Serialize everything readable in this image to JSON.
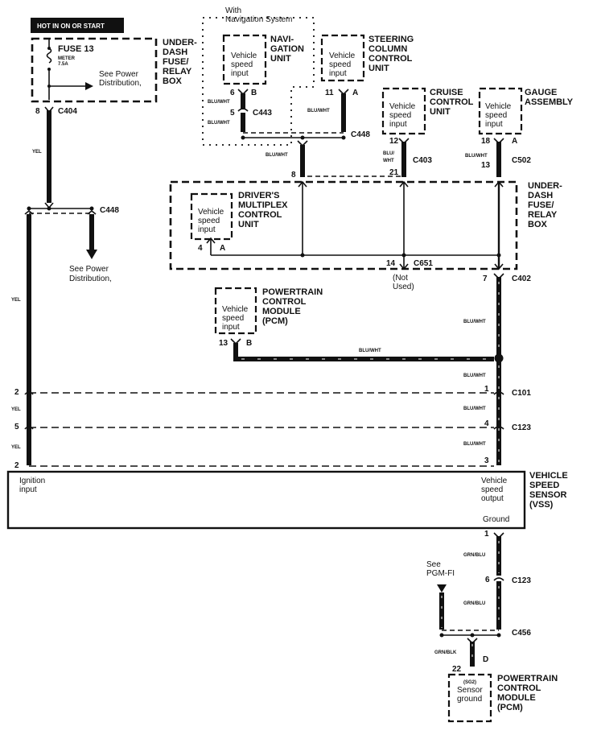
{
  "header": {
    "power_label": "HOT IN ON OR START"
  },
  "fuse_box_top": {
    "name": [
      "UNDER-",
      "DASH",
      "FUSE/",
      "RELAY",
      "BOX"
    ],
    "fuse_name": "FUSE 13",
    "fuse_desc": [
      "METER",
      "7.5A"
    ],
    "see_power": [
      "See Power",
      "Distribution,"
    ],
    "connector": "C404",
    "pin": "8"
  },
  "nav_group": {
    "title": [
      "With",
      "Navigation System"
    ]
  },
  "components": {
    "nav_unit": {
      "name": [
        "NAVI-",
        "GATION",
        "UNIT"
      ],
      "input": [
        "Vehicle",
        "speed",
        "input"
      ],
      "pin": "6",
      "terminal": "B"
    },
    "steering_unit": {
      "name": [
        "STEERING",
        "COLUMN",
        "CONTROL",
        "UNIT"
      ],
      "input": [
        "Vehicle",
        "speed",
        "input"
      ],
      "pin": "11",
      "terminal": "A"
    },
    "cruise_unit": {
      "name": [
        "CRUISE",
        "CONTROL",
        "UNIT"
      ],
      "input": [
        "Vehicle",
        "speed",
        "input"
      ],
      "pin": "12"
    },
    "gauge_assembly": {
      "name": [
        "GAUGE",
        "ASSEMBLY"
      ],
      "input": [
        "Vehicle",
        "speed",
        "input"
      ],
      "pin": "18",
      "terminal": "A"
    },
    "multiplex_unit": {
      "name": [
        "DRIVER'S",
        "MULTIPLEX",
        "CONTROL",
        "UNIT"
      ],
      "input": [
        "Vehicle",
        "speed",
        "input"
      ],
      "pin": "4",
      "terminal": "A"
    },
    "pcm_top": {
      "name": [
        "POWERTRAIN",
        "CONTROL",
        "MODULE",
        "(PCM)"
      ],
      "input": [
        "Vehicle",
        "speed",
        "input"
      ],
      "pin": "13",
      "terminal": "B"
    },
    "vss": {
      "name": [
        "VEHICLE",
        "SPEED",
        "SENSOR",
        "(VSS)"
      ],
      "left_text": [
        "Ignition",
        "input"
      ],
      "right_text": [
        "Vehicle",
        "speed",
        "output"
      ],
      "ground": "Ground"
    },
    "pcm_bottom": {
      "name": [
        "POWERTRAIN",
        "CONTROL",
        "MODULE",
        "(PCM)"
      ],
      "input": [
        "(SG2)",
        "Sensor",
        "ground"
      ],
      "pin": "22",
      "terminal": "D"
    }
  },
  "fuse_box_mid": {
    "name": [
      "UNDER-",
      "DASH",
      "FUSE/",
      "RELAY",
      "BOX"
    ],
    "pin_in": "8",
    "pin_unused": "14",
    "unused_connector": "C651",
    "not_used": [
      "(Not",
      "Used)"
    ],
    "pin_out": "7",
    "out_connector": "C402"
  },
  "connectors": {
    "c443": {
      "name": "C443",
      "pin": "5"
    },
    "c448_top": {
      "name": "C448"
    },
    "c403": {
      "name": "C403",
      "pin": "21"
    },
    "c502": {
      "name": "C502",
      "pin": "13"
    },
    "c448_left": {
      "name": "C448"
    },
    "c101": {
      "name": "C101",
      "pin_left": "2",
      "pin_right": "1"
    },
    "c123": {
      "name": "C123",
      "pin_left": "5",
      "pin_right": "4"
    },
    "vss_pins": {
      "pin_left": "2",
      "pin_right": "3",
      "pin_ground": "1"
    },
    "c123_gnd": {
      "name": "C123",
      "pin": "6"
    },
    "c456": {
      "name": "C456"
    }
  },
  "see_power_left": [
    "See Power",
    "Distribution,"
  ],
  "see_pgm": [
    "See",
    "PGM-FI"
  ],
  "wires": {
    "yel": "YEL",
    "blu_wht": "BLU/WHT",
    "blu_wht_split": [
      "BLU/",
      "WHT"
    ],
    "grn_blu": "GRN/BLU",
    "grn_blk": "GRN/BLK"
  }
}
